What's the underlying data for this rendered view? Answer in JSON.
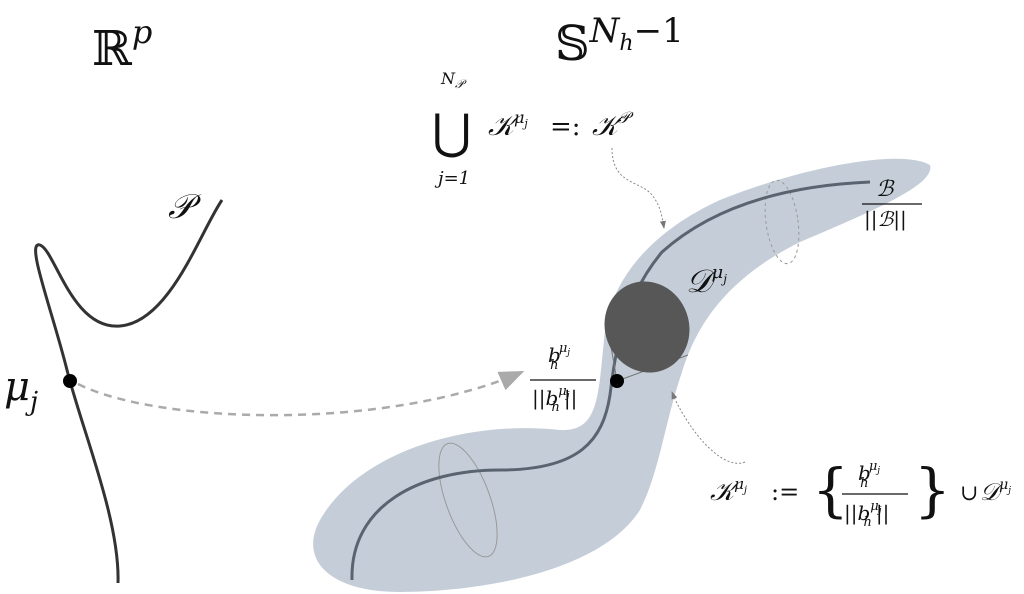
{
  "labels": {
    "param_space": {
      "base": "ℝ",
      "sup": "p"
    },
    "sphere": {
      "base": "𝕊",
      "sup_N": "N",
      "sub_h": "h",
      "minus_one": "−1"
    },
    "param_curve": "𝒫",
    "param_point": {
      "base": "μ",
      "sub": "j"
    },
    "union_def": {
      "symbol": "⋃",
      "upper": "N",
      "upper_sub": "𝒫",
      "lower": "j=1",
      "K": "𝒦",
      "K_sup": "μ",
      "K_sup_sub": "j",
      "defeq": "=:",
      "K2": "𝒦",
      "K2_sup": "𝒫"
    },
    "B_fraction": {
      "num": "ℬ",
      "den": "||ℬ||"
    },
    "D_label": {
      "base": "𝒟",
      "sup": "μ",
      "sup_sub": "j"
    },
    "b_fraction": {
      "num": "b",
      "num_sub": "h",
      "num_sup": "μ",
      "num_sup_sub": "j",
      "den_left": "||b",
      "den_sub": "h",
      "den_sup": "μ",
      "den_sup_sub": "j",
      "den_right": "||"
    },
    "K_def": {
      "K": "𝒦",
      "K_sup": "μ",
      "K_sup_sub": "j",
      "assign": ":=",
      "lbrace": "{",
      "num": "b",
      "num_sub": "h",
      "num_sup": "μ",
      "num_sup_sub": "j",
      "den_left": "||b",
      "den_sub": "h",
      "den_sup": "μ",
      "den_sup_sub": "j",
      "den_right": "||",
      "rbrace": "}",
      "cup": "∪",
      "D": "𝒟",
      "D_sup": "μ",
      "D_sup_sub": "j"
    }
  },
  "colors": {
    "tube": "#c5ced8",
    "disk": "#575757",
    "curve": "#333333",
    "dashed": "#aaaaaa"
  }
}
